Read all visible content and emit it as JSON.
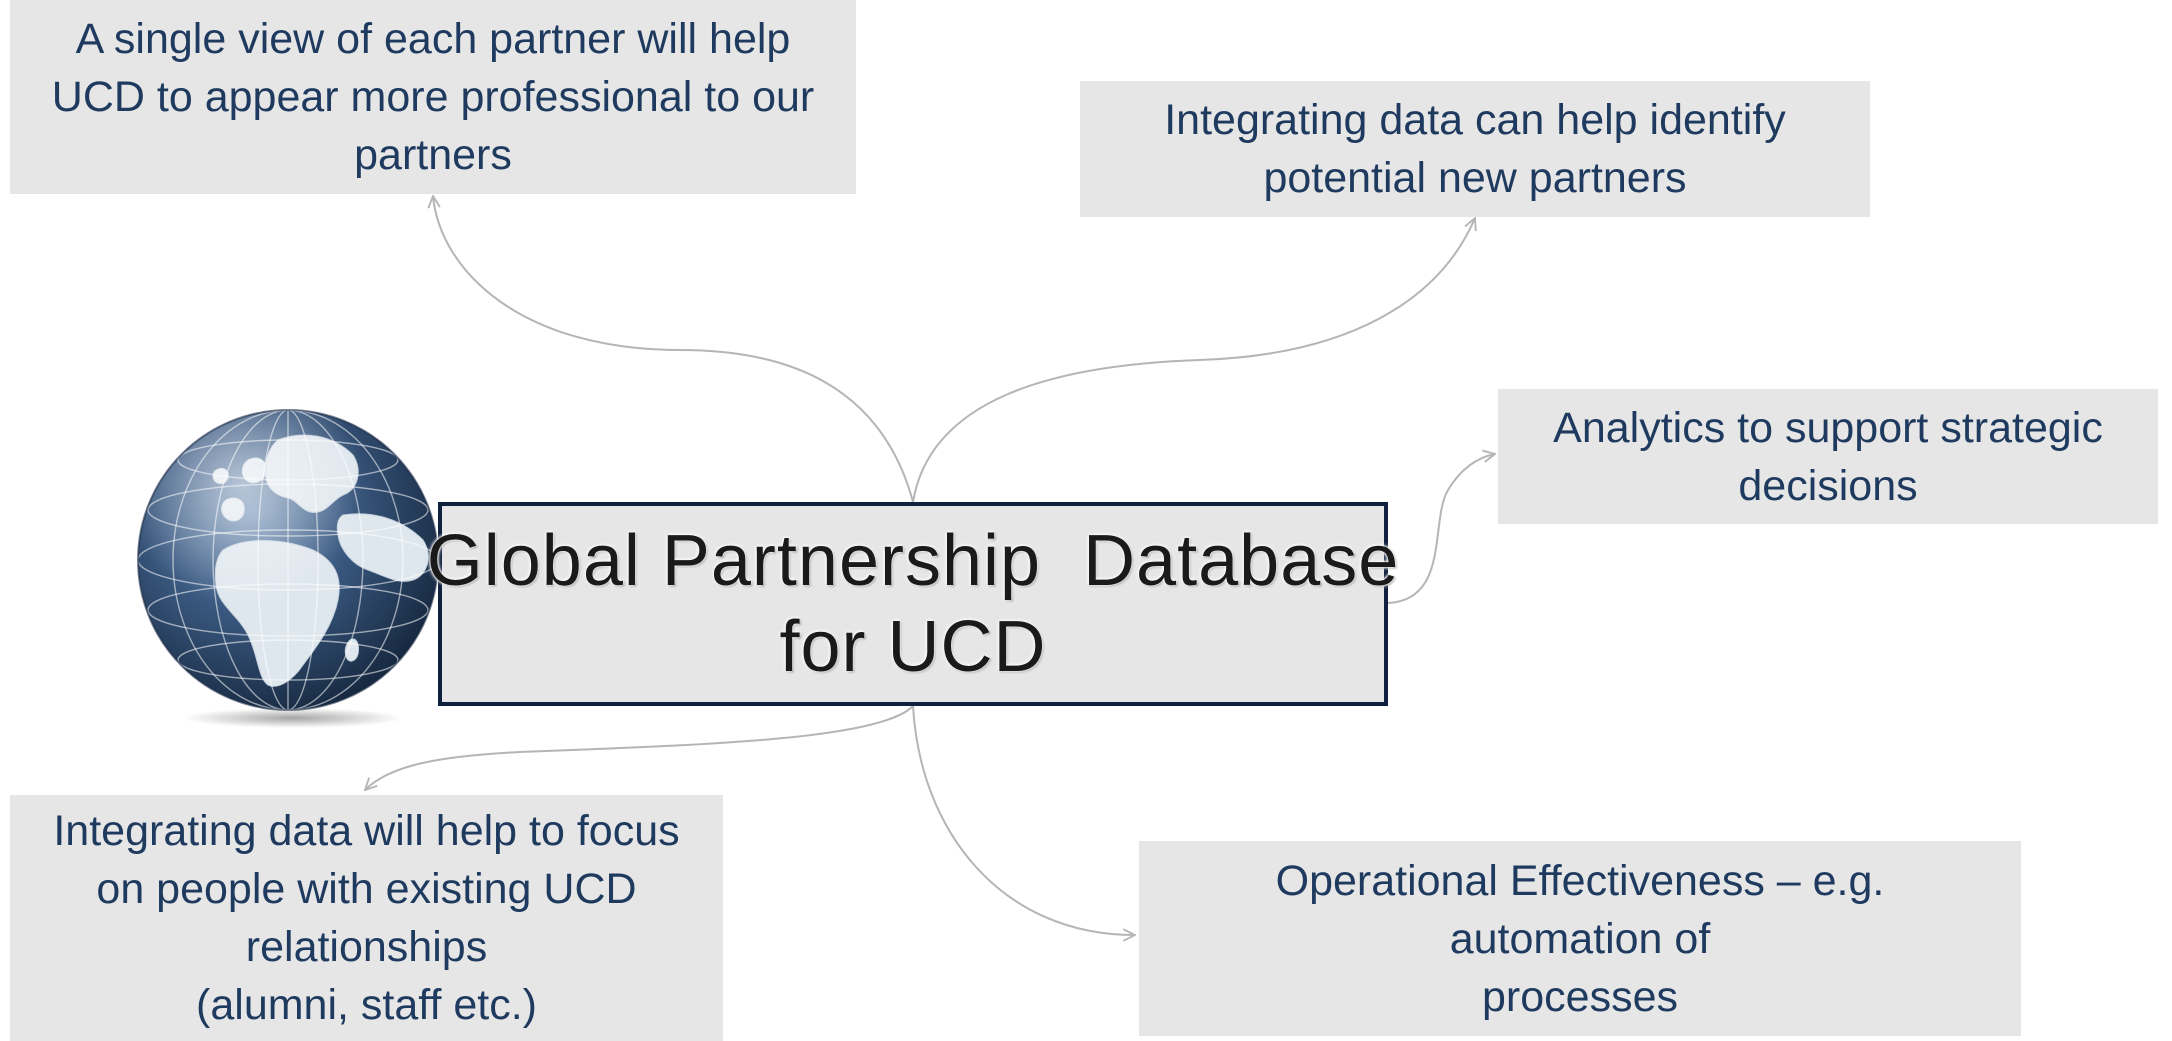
{
  "center": {
    "line1": "Global Partnership  Database",
    "line2": "for UCD"
  },
  "boxes": {
    "top_left": {
      "line1": "A single view of each partner will help",
      "line2": "UCD to appear more professional to our",
      "line3": "partners"
    },
    "top_right": {
      "line1": "Integrating data can help identify",
      "line2": "potential new partners"
    },
    "right": {
      "line1": "Analytics to support strategic",
      "line2": "decisions"
    },
    "bottom_left": {
      "line1": "Integrating data will help to focus",
      "line2": "on people with existing UCD",
      "line3": "relationships",
      "line4": "(alumni, staff etc.)"
    },
    "bottom_right": {
      "line1": "Operational Effectiveness – e.g.",
      "line2": "automation of",
      "line3": "processes"
    }
  },
  "colors": {
    "box_fill": "#e6e6e6",
    "box_text": "#1f3a5f",
    "center_border": "#10213f",
    "connector": "#b5b5b5",
    "globe_ocean": "#2f4a6e",
    "globe_land": "#dfe7ee"
  },
  "icons": {
    "globe": "globe-icon"
  }
}
